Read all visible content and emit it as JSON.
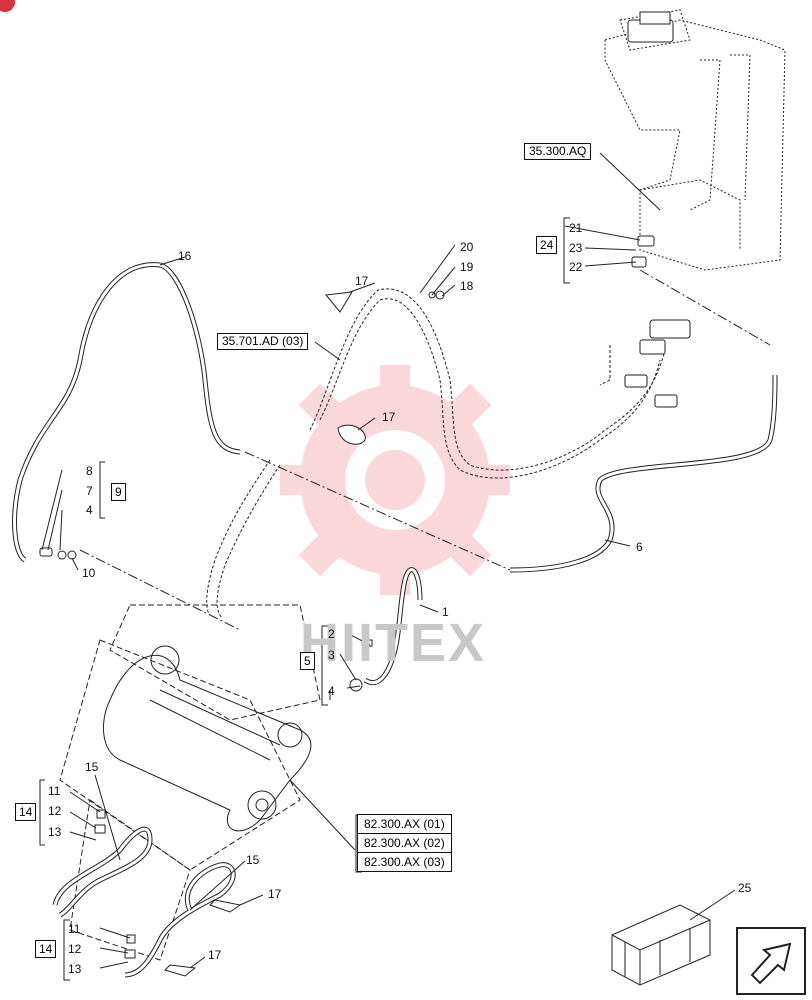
{
  "callouts": {
    "c1": "1",
    "c2": "2",
    "c3": "3",
    "c4": "4",
    "c4b": "4",
    "c6": "6",
    "c7": "7",
    "c8": "8",
    "c10": "10",
    "c11a": "11",
    "c11b": "11",
    "c12a": "12",
    "c12b": "12",
    "c13a": "13",
    "c13b": "13",
    "c15a": "15",
    "c15b": "15",
    "c16": "16",
    "c17a": "17",
    "c17b": "17",
    "c17c": "17",
    "c17d": "17",
    "c18": "18",
    "c19": "19",
    "c20": "20",
    "c21": "21",
    "c22": "22",
    "c23": "23",
    "c25": "25"
  },
  "kits": {
    "k5": "5",
    "k9": "9",
    "k14a": "14",
    "k14b": "14",
    "k24": "24"
  },
  "refs": {
    "r35300": "35.300.AQ",
    "r35701": "35.701.AD (03)",
    "r82300_01": "82.300.AX (01)",
    "r82300_02": "82.300.AX (02)",
    "r82300_03": "82.300.AX (03)"
  },
  "watermark": "HIITEX",
  "colors": {
    "line": "#222222",
    "watermark": "#f2a0a8"
  }
}
